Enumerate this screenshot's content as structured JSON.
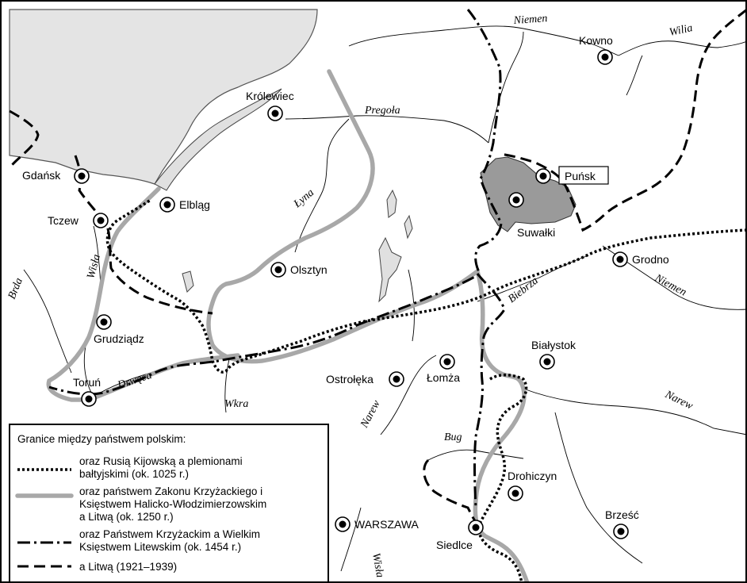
{
  "legend": {
    "heading": "Granice między państwem polskim:",
    "items": [
      {
        "key": "b1025",
        "lines": [
          "oraz Rusią Kijowską a plemionami",
          "bałtyjskimi (ok. 1025 r.)"
        ]
      },
      {
        "key": "b1250",
        "lines": [
          "oraz państwem Zakonu Krzyżackiego i",
          "Księstwem Halicko-Włodzimierzowskim",
          "a Litwą (ok. 1250 r.)"
        ]
      },
      {
        "key": "b1454",
        "lines": [
          "oraz Państwem Krzyżackim a Wielkim",
          "Księstwem Litewskim (ok. 1454 r.)"
        ]
      },
      {
        "key": "b1921",
        "lines": [
          "a Litwą (1921–1939)"
        ]
      }
    ]
  },
  "cities": [
    {
      "id": "krolewiec",
      "name": "Królewiec"
    },
    {
      "id": "kowno",
      "name": "Kowno"
    },
    {
      "id": "gdansk",
      "name": "Gdańsk"
    },
    {
      "id": "elblag",
      "name": "Elbląg"
    },
    {
      "id": "tczew",
      "name": "Tczew"
    },
    {
      "id": "punsk",
      "name": "Puńsk"
    },
    {
      "id": "sejny",
      "name": ""
    },
    {
      "id": "suwalki",
      "name": "Suwałki"
    },
    {
      "id": "grodno",
      "name": "Grodno"
    },
    {
      "id": "olsztyn",
      "name": "Olsztyn"
    },
    {
      "id": "grudziadz",
      "name": "Grudziądz"
    },
    {
      "id": "bialystok",
      "name": "Białystok"
    },
    {
      "id": "torun",
      "name": "Toruń"
    },
    {
      "id": "ostroleka",
      "name": "Ostrołęka"
    },
    {
      "id": "lomza",
      "name": "Łomża"
    },
    {
      "id": "drohiczyn",
      "name": "Drohiczyn"
    },
    {
      "id": "brzesc",
      "name": "Brześć"
    },
    {
      "id": "warszawa",
      "name": "WARSZAWA"
    },
    {
      "id": "siedlce",
      "name": "Siedlce"
    }
  ],
  "rivers": [
    {
      "id": "niemen-top",
      "name": "Niemen"
    },
    {
      "id": "wilia",
      "name": "Wilia"
    },
    {
      "id": "pregola",
      "name": "Pregoła"
    },
    {
      "id": "lyna",
      "name": "Łyna"
    },
    {
      "id": "wisla-north",
      "name": "Wisła"
    },
    {
      "id": "brda",
      "name": "Brda"
    },
    {
      "id": "drweca",
      "name": "Drwęca"
    },
    {
      "id": "wkra",
      "name": "Wkra"
    },
    {
      "id": "narew-west",
      "name": "Narew"
    },
    {
      "id": "biebrza",
      "name": "Biebrza"
    },
    {
      "id": "niemen-east",
      "name": "Niemen"
    },
    {
      "id": "narew-east",
      "name": "Narew"
    },
    {
      "id": "bug",
      "name": "Bug"
    },
    {
      "id": "wisla-south",
      "name": "Wisła"
    }
  ]
}
